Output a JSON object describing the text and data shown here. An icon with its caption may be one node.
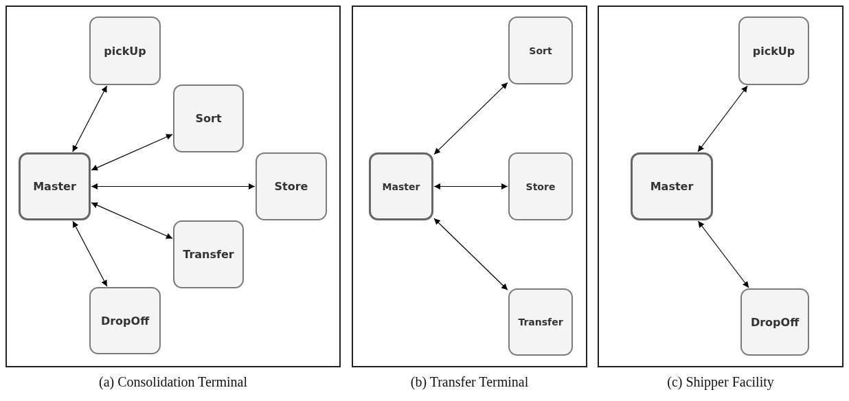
{
  "diagram": {
    "nodes": [
      {
        "text": [
          "(a) Consolidation Terminal"
        ]
      },
      {
        "text": [
          "pickUp"
        ],
        "in": 0
      },
      {
        "text": [
          "Sort"
        ],
        "in": 0
      },
      {
        "text": [
          "Master"
        ],
        "in": 0
      },
      {
        "text": [
          "Store"
        ],
        "in": 0
      },
      {
        "text": [
          "Transfer"
        ],
        "in": 0
      },
      {
        "text": [
          "DropOff"
        ],
        "in": 0
      },
      {
        "text": [
          "(b) Transfer Terminal"
        ]
      },
      {
        "text": [
          "Sort"
        ],
        "in": 7
      },
      {
        "text": [
          "Master"
        ],
        "in": 7
      },
      {
        "text": [
          "Store"
        ],
        "in": 7
      },
      {
        "text": [
          "Transfer"
        ],
        "in": 7
      },
      {
        "text": [
          "(c) Shipper Facility"
        ]
      },
      {
        "text": [
          "pickUp"
        ],
        "in": 12
      },
      {
        "text": [
          "Master"
        ],
        "in": 12
      },
      {
        "text": [
          "DropOff"
        ],
        "in": 12
      }
    ],
    "edges": [
      {
        "from": 3,
        "to": 1,
        "arrow": "both"
      },
      {
        "from": 3,
        "to": 2,
        "arrow": "both"
      },
      {
        "from": 3,
        "to": 4,
        "arrow": "both"
      },
      {
        "from": 3,
        "to": 5,
        "arrow": "both"
      },
      {
        "from": 3,
        "to": 6,
        "arrow": "both"
      },
      {
        "from": 9,
        "to": 8,
        "arrow": "both"
      },
      {
        "from": 9,
        "to": 10,
        "arrow": "both"
      },
      {
        "from": 9,
        "to": 11,
        "arrow": "both"
      },
      {
        "from": 14,
        "to": 13,
        "arrow": "both"
      },
      {
        "from": 14,
        "to": 15,
        "arrow": "both"
      }
    ]
  }
}
